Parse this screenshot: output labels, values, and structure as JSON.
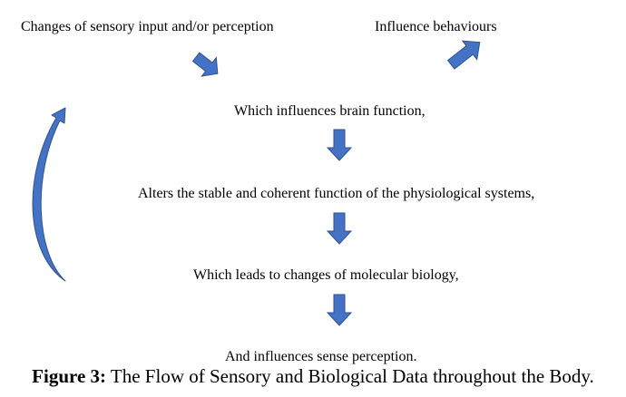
{
  "nodes": {
    "sensory_input": "Changes of sensory input and/or perception",
    "influence_behaviours": "Influence behaviours",
    "brain_function": "Which influences brain function,",
    "physiological_systems": "Alters the stable and coherent function of the physiological systems,",
    "molecular_biology": "Which leads to changes of molecular biology,",
    "sense_perception": "And influences sense perception."
  },
  "caption": {
    "label": "Figure 3:",
    "text": " The Flow of Sensory and Biological Data throughout the Body."
  },
  "colors": {
    "arrow_fill": "#4472C4",
    "arrow_stroke": "#2F528F",
    "text": "#000000"
  }
}
